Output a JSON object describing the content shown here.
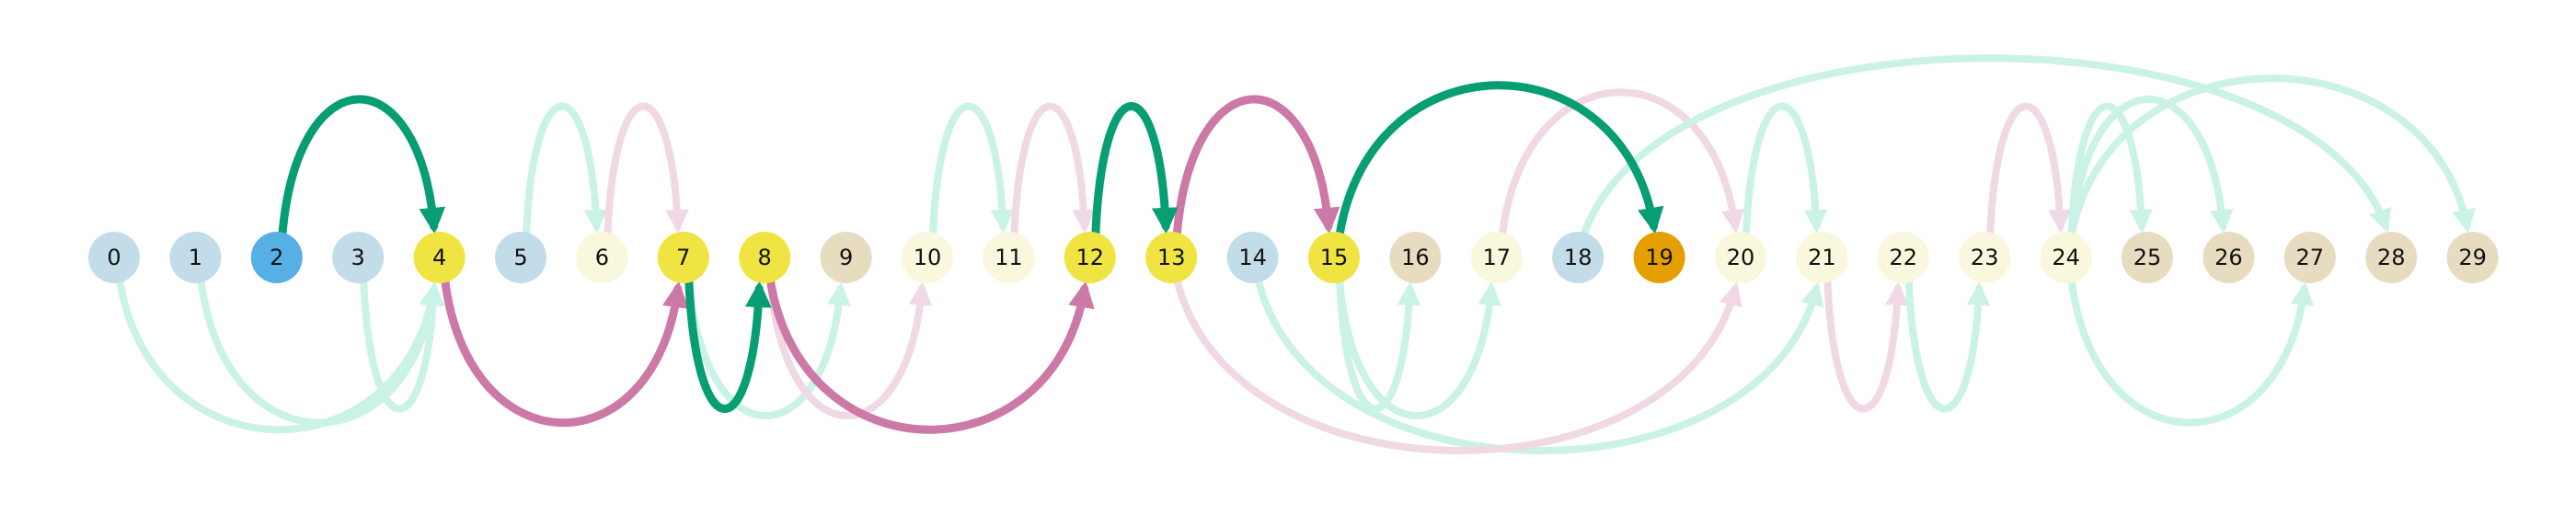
{
  "colors": {
    "node_blue_light": "#c2dde9",
    "node_blue": "#56b0e6",
    "node_cream": "#f9f7dc",
    "node_yellow": "#f0e442",
    "node_tan": "#e8dcc0",
    "node_orange": "#e69f00",
    "edge_green": "#079e74",
    "edge_green_light": "#cbf2e6",
    "edge_pink": "#cc79a7",
    "edge_pink_light": "#f0d9e5"
  },
  "nodes": [
    {
      "label": "0",
      "color": "node_blue_light"
    },
    {
      "label": "1",
      "color": "node_blue_light"
    },
    {
      "label": "2",
      "color": "node_blue"
    },
    {
      "label": "3",
      "color": "node_blue_light"
    },
    {
      "label": "4",
      "color": "node_yellow"
    },
    {
      "label": "5",
      "color": "node_blue_light"
    },
    {
      "label": "6",
      "color": "node_cream"
    },
    {
      "label": "7",
      "color": "node_yellow"
    },
    {
      "label": "8",
      "color": "node_yellow"
    },
    {
      "label": "9",
      "color": "node_tan"
    },
    {
      "label": "10",
      "color": "node_cream"
    },
    {
      "label": "11",
      "color": "node_cream"
    },
    {
      "label": "12",
      "color": "node_yellow"
    },
    {
      "label": "13",
      "color": "node_yellow"
    },
    {
      "label": "14",
      "color": "node_blue_light"
    },
    {
      "label": "15",
      "color": "node_yellow"
    },
    {
      "label": "16",
      "color": "node_tan"
    },
    {
      "label": "17",
      "color": "node_cream"
    },
    {
      "label": "18",
      "color": "node_blue_light"
    },
    {
      "label": "19",
      "color": "node_orange"
    },
    {
      "label": "20",
      "color": "node_cream"
    },
    {
      "label": "21",
      "color": "node_cream"
    },
    {
      "label": "22",
      "color": "node_cream"
    },
    {
      "label": "23",
      "color": "node_cream"
    },
    {
      "label": "24",
      "color": "node_cream"
    },
    {
      "label": "25",
      "color": "node_tan"
    },
    {
      "label": "26",
      "color": "node_tan"
    },
    {
      "label": "27",
      "color": "node_tan"
    },
    {
      "label": "28",
      "color": "node_tan"
    },
    {
      "label": "29",
      "color": "node_tan"
    }
  ],
  "edges": [
    {
      "from": 0,
      "to": 4,
      "side": "below",
      "color": "edge_green_light",
      "emphasis": false
    },
    {
      "from": 1,
      "to": 4,
      "side": "below",
      "color": "edge_green_light",
      "emphasis": false
    },
    {
      "from": 3,
      "to": 4,
      "side": "below",
      "color": "edge_green_light",
      "emphasis": false
    },
    {
      "from": 5,
      "to": 6,
      "side": "above",
      "color": "edge_green_light",
      "emphasis": false
    },
    {
      "from": 6,
      "to": 7,
      "side": "above",
      "color": "edge_pink_light",
      "emphasis": false
    },
    {
      "from": 7,
      "to": 9,
      "side": "below",
      "color": "edge_green_light",
      "emphasis": false
    },
    {
      "from": 8,
      "to": 10,
      "side": "below",
      "color": "edge_pink_light",
      "emphasis": false
    },
    {
      "from": 10,
      "to": 11,
      "side": "above",
      "color": "edge_green_light",
      "emphasis": false
    },
    {
      "from": 11,
      "to": 12,
      "side": "above",
      "color": "edge_pink_light",
      "emphasis": false
    },
    {
      "from": 14,
      "to": 21,
      "side": "below",
      "color": "edge_green_light",
      "emphasis": false
    },
    {
      "from": 13,
      "to": 20,
      "side": "below",
      "color": "edge_pink_light",
      "emphasis": false
    },
    {
      "from": 15,
      "to": 16,
      "side": "below",
      "color": "edge_green_light",
      "emphasis": false
    },
    {
      "from": 15,
      "to": 17,
      "side": "below",
      "color": "edge_green_light",
      "emphasis": false
    },
    {
      "from": 17,
      "to": 20,
      "side": "above",
      "color": "edge_pink_light",
      "emphasis": false
    },
    {
      "from": 18,
      "to": 28,
      "side": "above",
      "color": "edge_green_light",
      "emphasis": false
    },
    {
      "from": 20,
      "to": 21,
      "side": "above",
      "color": "edge_green_light",
      "emphasis": false
    },
    {
      "from": 21,
      "to": 22,
      "side": "below",
      "color": "edge_pink_light",
      "emphasis": false
    },
    {
      "from": 22,
      "to": 23,
      "side": "below",
      "color": "edge_green_light",
      "emphasis": false
    },
    {
      "from": 23,
      "to": 24,
      "side": "above",
      "color": "edge_pink_light",
      "emphasis": false
    },
    {
      "from": 24,
      "to": 25,
      "side": "above",
      "color": "edge_green_light",
      "emphasis": false
    },
    {
      "from": 24,
      "to": 26,
      "side": "above",
      "color": "edge_green_light",
      "emphasis": false
    },
    {
      "from": 24,
      "to": 27,
      "side": "below",
      "color": "edge_green_light",
      "emphasis": false
    },
    {
      "from": 24,
      "to": 29,
      "side": "above",
      "color": "edge_green_light",
      "emphasis": false
    },
    {
      "from": 4,
      "to": 7,
      "side": "below",
      "color": "edge_pink",
      "emphasis": true
    },
    {
      "from": 8,
      "to": 12,
      "side": "below",
      "color": "edge_pink",
      "emphasis": true
    },
    {
      "from": 13,
      "to": 15,
      "side": "above",
      "color": "edge_pink",
      "emphasis": true
    },
    {
      "from": 2,
      "to": 4,
      "side": "above",
      "color": "edge_green",
      "emphasis": true
    },
    {
      "from": 7,
      "to": 8,
      "side": "below",
      "color": "edge_green",
      "emphasis": true
    },
    {
      "from": 12,
      "to": 13,
      "side": "above",
      "color": "edge_green",
      "emphasis": true
    },
    {
      "from": 15,
      "to": 19,
      "side": "above",
      "color": "edge_green",
      "emphasis": true
    }
  ]
}
